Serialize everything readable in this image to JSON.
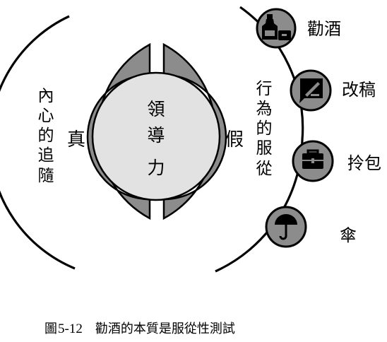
{
  "diagram": {
    "center_text": [
      "領",
      "導",
      "力"
    ],
    "left_ring_label": "真",
    "right_ring_label": "假",
    "left_outer_label": [
      "內",
      "心",
      "的",
      "追",
      "隨"
    ],
    "right_outer_label": [
      "行",
      "為",
      "的",
      "服",
      "從"
    ],
    "items": [
      {
        "label": "勸酒",
        "icon": "liquor-bottle-icon"
      },
      {
        "label": "改稿",
        "icon": "edit-message-icon"
      },
      {
        "label": "拎包",
        "icon": "briefcase-icon"
      },
      {
        "label": "傘",
        "icon": "umbrella-icon"
      }
    ],
    "colors": {
      "ring": "#8c8c8c",
      "center": "#e2e2e2",
      "icon_circle": "#8c8c8c",
      "stroke": "#000000",
      "glyph": "#000000"
    }
  },
  "caption": {
    "figure_label": "圖",
    "figure_number": "5-12",
    "text": "勸酒的本質是服從性測試"
  }
}
